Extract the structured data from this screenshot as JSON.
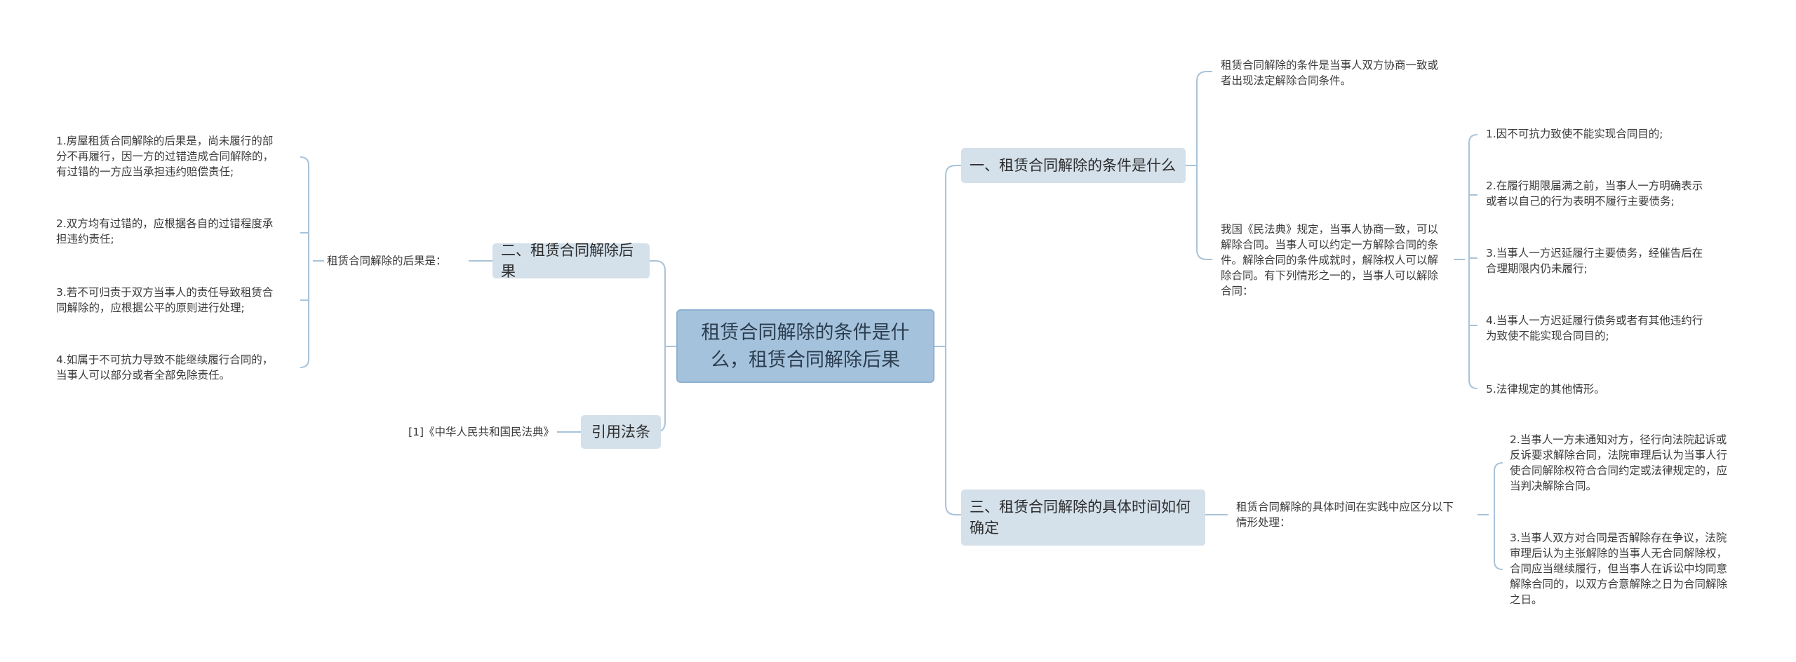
{
  "center": {
    "title": "租赁合同解除的条件是什么，租赁合同解除后果"
  },
  "branches": {
    "b1": "一、租赁合同解除的条件是什么",
    "b2": "二、租赁合同解除后果",
    "b3": "三、租赁合同解除的具体时间如何确定",
    "b4": "引用法条"
  },
  "b1": {
    "leaf1": "租赁合同解除的条件是当事人双方协商一致或\n者出现法定解除合同条件。",
    "leaf2": "我国《民法典》规定，当事人协商一致，可以\n解除合同。当事人可以约定一方解除合同的条\n件。解除合同的条件成就时，解除权人可以解\n除合同。有下列情形之一的，当事人可以解除\n合同：",
    "items": [
      "1.因不可抗力致使不能实现合同目的;",
      "2.在履行期限届满之前，当事人一方明确表示\n或者以自己的行为表明不履行主要债务;",
      "3.当事人一方迟延履行主要债务，经催告后在\n合理期限内仍未履行;",
      "4.当事人一方迟延履行债务或者有其他违约行\n为致使不能实现合同目的;",
      "5.法律规定的其他情形。"
    ]
  },
  "b2": {
    "mid": "租赁合同解除的后果是：",
    "items": [
      "1.房屋租赁合同解除的后果是，尚未履行的部\n分不再履行，因一方的过错造成合同解除的，\n有过错的一方应当承担违约赔偿责任;",
      "2.双方均有过错的，应根据各自的过错程度承\n担违约责任;",
      "3.若不可归责于双方当事人的责任导致租赁合\n同解除的，应根据公平的原则进行处理;",
      "4.如属于不可抗力导致不能继续履行合同的，\n当事人可以部分或者全部免除责任。"
    ]
  },
  "b3": {
    "mid": "租赁合同解除的具体时间在实践中应区分以下\n情形处理：",
    "items": [
      "2.当事人一方未通知对方，径行向法院起诉或\n反诉要求解除合同，法院审理后认为当事人行\n使合同解除权符合合同约定或法律规定的，应\n当判决解除合同。",
      "3.当事人双方对合同是否解除存在争议，法院\n审理后认为主张解除的当事人无合同解除权，\n合同应当继续履行，但当事人在诉讼中均同意\n解除合同的，以双方合意解除之日为合同解除\n之日。"
    ]
  },
  "b4": {
    "ref": "[1]《中华人民共和国民法典》"
  },
  "colors": {
    "line": "#a9c3d9",
    "center_bg": "#a5c2dc",
    "branch_bg": "#d4e0ea"
  }
}
